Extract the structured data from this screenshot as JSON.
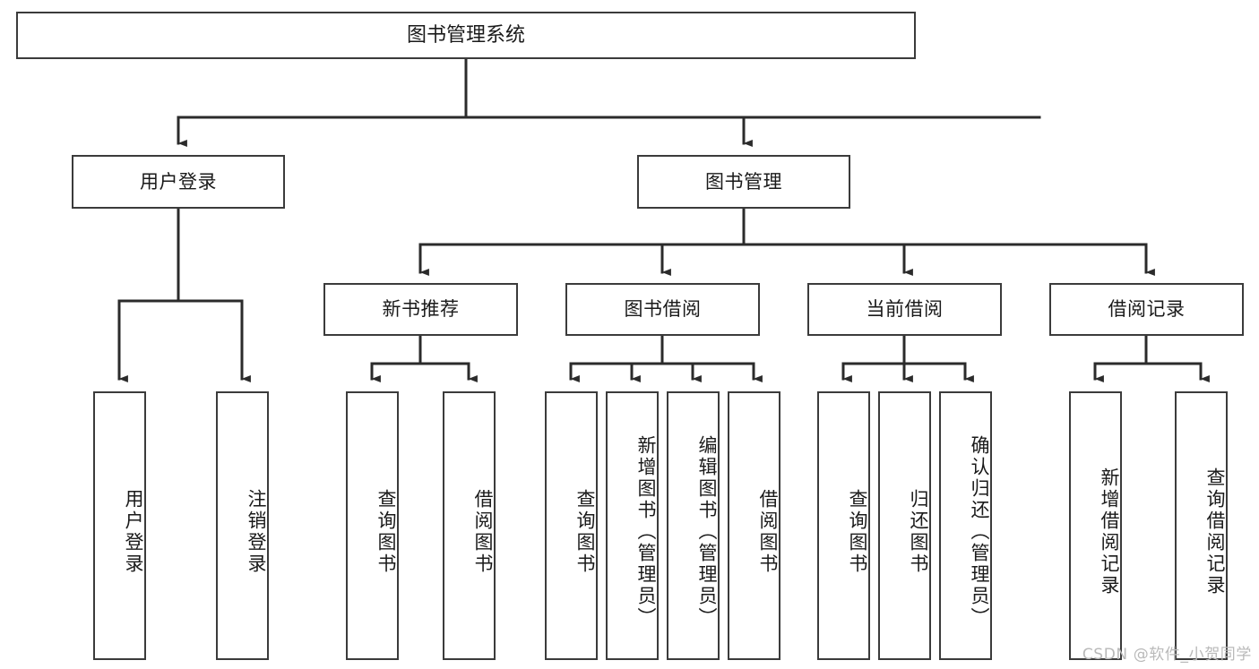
{
  "diagram": {
    "title": "图书管理系统",
    "watermark": "CSDN @软件_小贺同学",
    "colors": {
      "background": "#ffffff",
      "node_border": "#3b3b3b",
      "node_fill": "#ffffff",
      "edge": "#2b2b2b",
      "text": "#1a1a1a",
      "watermark": "#b9b9b9"
    },
    "nodes": {
      "root": {
        "label": "图书管理系统"
      },
      "level2": [
        {
          "id": "user-login",
          "label": "用户登录"
        },
        {
          "id": "book-manage",
          "label": "图书管理"
        }
      ],
      "level3": [
        {
          "id": "new-book-recommend",
          "label": "新书推荐"
        },
        {
          "id": "book-borrow",
          "label": "图书借阅"
        },
        {
          "id": "current-borrow",
          "label": "当前借阅"
        },
        {
          "id": "borrow-record",
          "label": "借阅记录"
        }
      ],
      "leaves": [
        {
          "id": "leaf-user-login",
          "label": "用户登录",
          "parent": "user-login"
        },
        {
          "id": "leaf-user-logout",
          "label": "注销登录",
          "parent": "user-login"
        },
        {
          "id": "leaf-query-book-1",
          "label": "查询图书",
          "parent": "new-book-recommend"
        },
        {
          "id": "leaf-borrow-book-1",
          "label": "借阅图书",
          "parent": "new-book-recommend"
        },
        {
          "id": "leaf-query-book-2",
          "label": "查询图书",
          "parent": "book-borrow"
        },
        {
          "id": "leaf-add-book",
          "label": "新增图书（管理员）",
          "parent": "book-borrow"
        },
        {
          "id": "leaf-edit-book",
          "label": "编辑图书（管理员）",
          "parent": "book-borrow"
        },
        {
          "id": "leaf-borrow-book-2",
          "label": "借阅图书",
          "parent": "book-borrow"
        },
        {
          "id": "leaf-query-book-3",
          "label": "查询图书",
          "parent": "current-borrow"
        },
        {
          "id": "leaf-return-book",
          "label": "归还图书",
          "parent": "current-borrow"
        },
        {
          "id": "leaf-confirm-return",
          "label": "确认归还（管理员）",
          "parent": "current-borrow"
        },
        {
          "id": "leaf-add-record",
          "label": "新增借阅记录",
          "parent": "borrow-record"
        },
        {
          "id": "leaf-query-record",
          "label": "查询借阅记录",
          "parent": "borrow-record"
        }
      ]
    }
  }
}
